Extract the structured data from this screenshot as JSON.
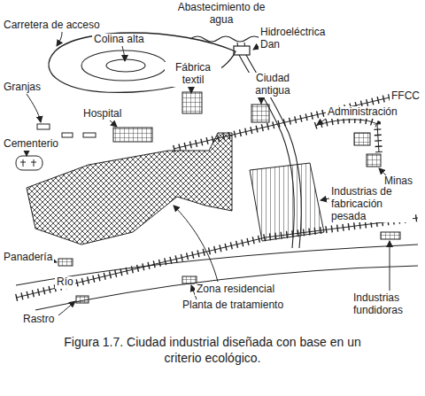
{
  "diagram": {
    "caption": "Figura 1.7. Ciudad industrial diseñada con base en un criterio ecológico.",
    "labels": [
      "Abastecimiento de agua",
      "Carretera de acceso",
      "Colina alta",
      "Hidroeléctrica Dan",
      "Fábrica textil",
      "Ciudad antigua",
      "FFCC",
      "Granjas",
      "Hospital",
      "Administración",
      "Cementerio",
      "Minas",
      "Industrias de fabricación pesada",
      "Panadería",
      "Zona residencial",
      "Río",
      "Rastro",
      "Planta de tratamiento",
      "Industrias fundidoras"
    ]
  }
}
